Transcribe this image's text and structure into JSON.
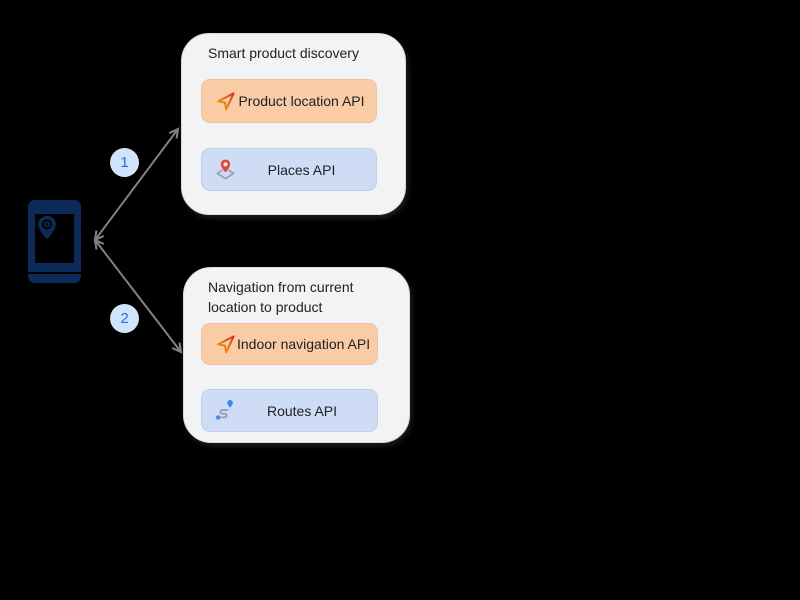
{
  "device": {
    "icon": "phone-location-icon"
  },
  "connections": [
    {
      "badge": "1",
      "from": "device",
      "to": "Smart product discovery"
    },
    {
      "badge": "2",
      "from": "device",
      "to": "Navigation from current location to product"
    }
  ],
  "cards": [
    {
      "title_lines": [
        "Smart product discovery"
      ],
      "chips": [
        {
          "label": "Product location API",
          "icon": "navigation-arrow-icon",
          "style": "orange"
        },
        {
          "label": "Places API",
          "icon": "map-pin-icon",
          "style": "blue"
        }
      ]
    },
    {
      "title_lines": [
        "Navigation from current",
        "location to product"
      ],
      "chips": [
        {
          "label": "Indoor navigation API",
          "icon": "navigation-arrow-icon",
          "style": "orange"
        },
        {
          "label": "Routes API",
          "icon": "route-icon",
          "style": "blue"
        }
      ]
    }
  ],
  "colors": {
    "background": "#000000",
    "card_bg": "#f1f3f4",
    "card_border": "#d8dadd",
    "chip_orange_bg": "#f9cca6",
    "chip_orange_border": "#eec29a",
    "chip_blue_bg": "#cedcf5",
    "chip_blue_border": "#bfcfec",
    "badge_bg": "#d2e3fc",
    "badge_text": "#1a73e8",
    "arrow": "#7f8184",
    "device_navy": "#0c2b59",
    "text": "#202124",
    "icon_red": "#ea4335",
    "icon_blue": "#4285f4",
    "icon_gray": "#9aa0a6",
    "nav_gradient_top": "#d93025",
    "nav_gradient_bottom": "#f9ab00"
  }
}
